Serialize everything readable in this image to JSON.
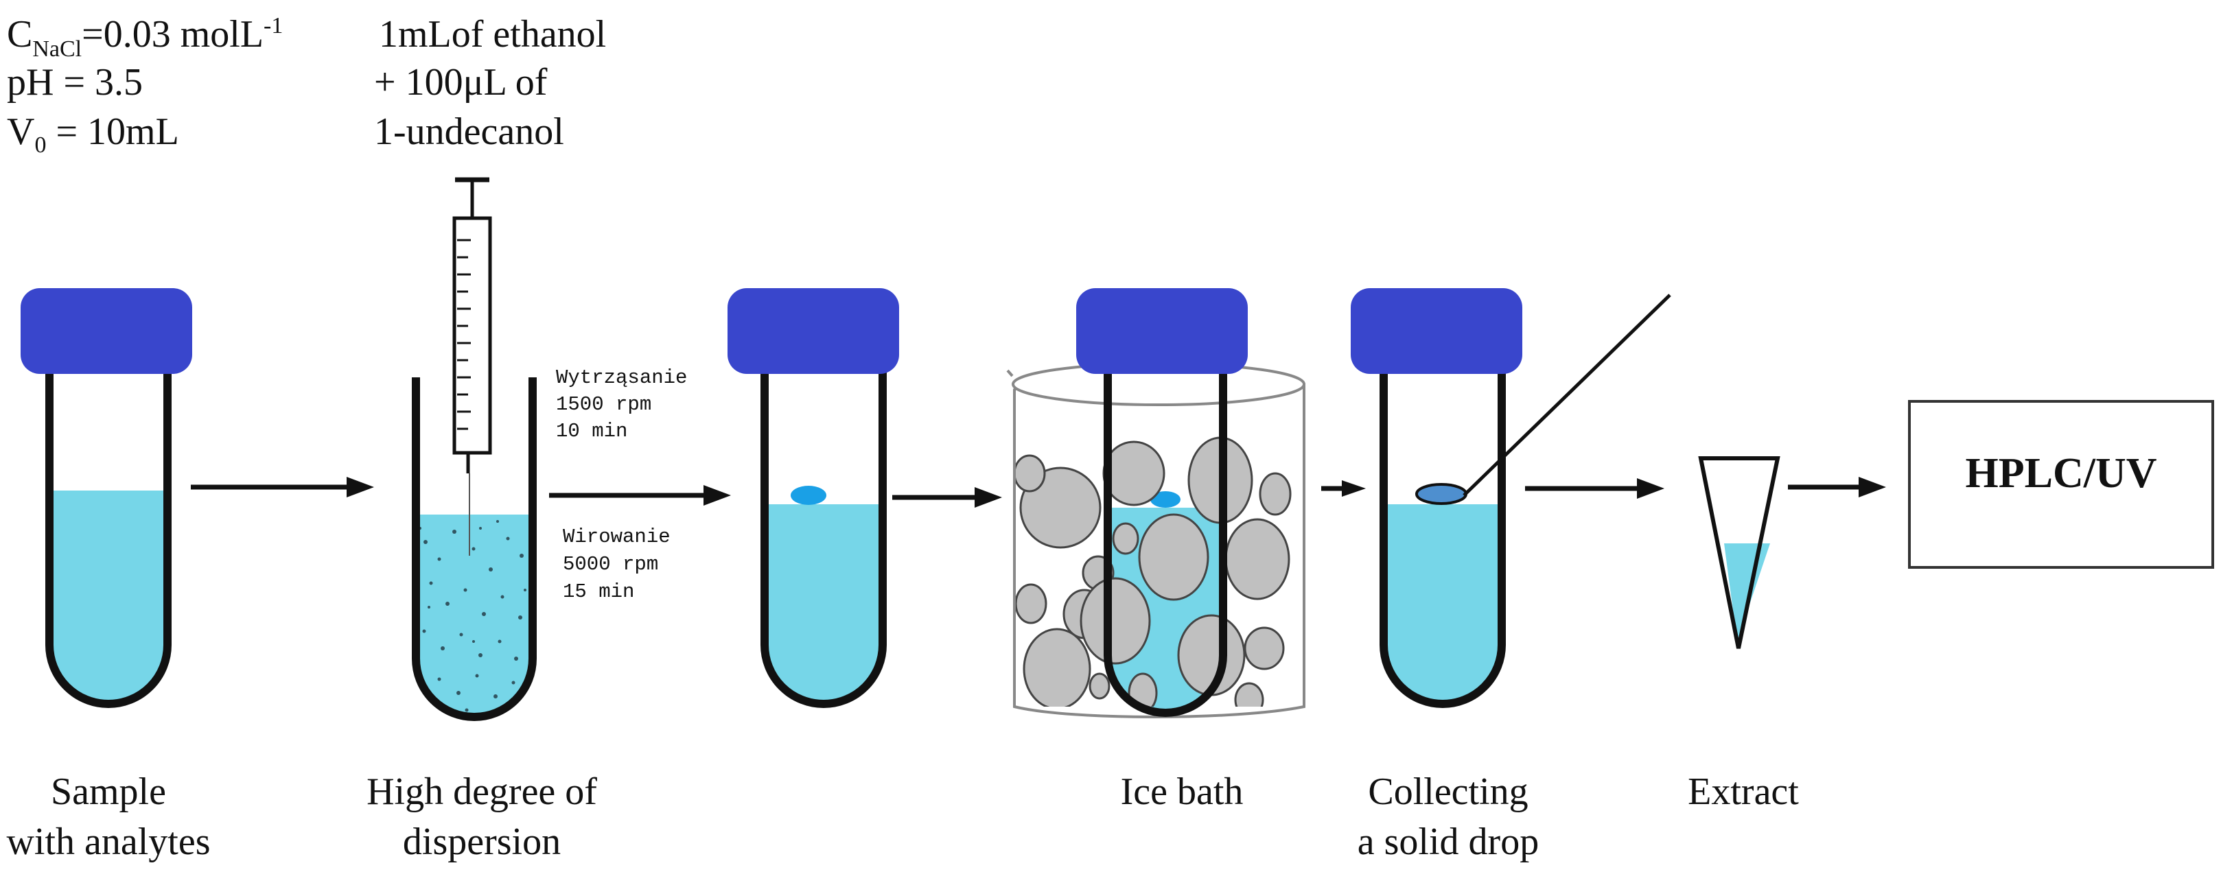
{
  "conditions": {
    "c_letter": "C",
    "c_sub": "NaCl",
    "c_rest": "=0.03 molL",
    "c_exp": "-1",
    "ph": "pH = 3.5",
    "v_letter": "V",
    "v_sub": "0",
    "v_rest": " = 10mL"
  },
  "solvent": {
    "line1": "1mLof  ethanol",
    "line2": "+ 100μL of",
    "line3": "1-undecanol"
  },
  "shaking": {
    "line1": "Wytrząsanie",
    "line2": "1500 rpm",
    "line3": "10 min"
  },
  "centrifuge": {
    "line1": "Wirowanie",
    "line2": "5000 rpm",
    "line3": "15 min"
  },
  "captions": {
    "sample_1": "Sample",
    "sample_2": "with analytes",
    "dispersion_1": "High degree of",
    "dispersion_2": "dispersion",
    "ice_bath": "Ice bath",
    "collect_1": "Collecting",
    "collect_2": "a solid drop",
    "extract": "Extract"
  },
  "hplc_label": "HPLC/UV",
  "colors": {
    "cap": "#3946CC",
    "liquid": "#76D6E8",
    "drop": "#1AA0E6",
    "ice": "#C0C0C0",
    "ink": "#111111"
  }
}
